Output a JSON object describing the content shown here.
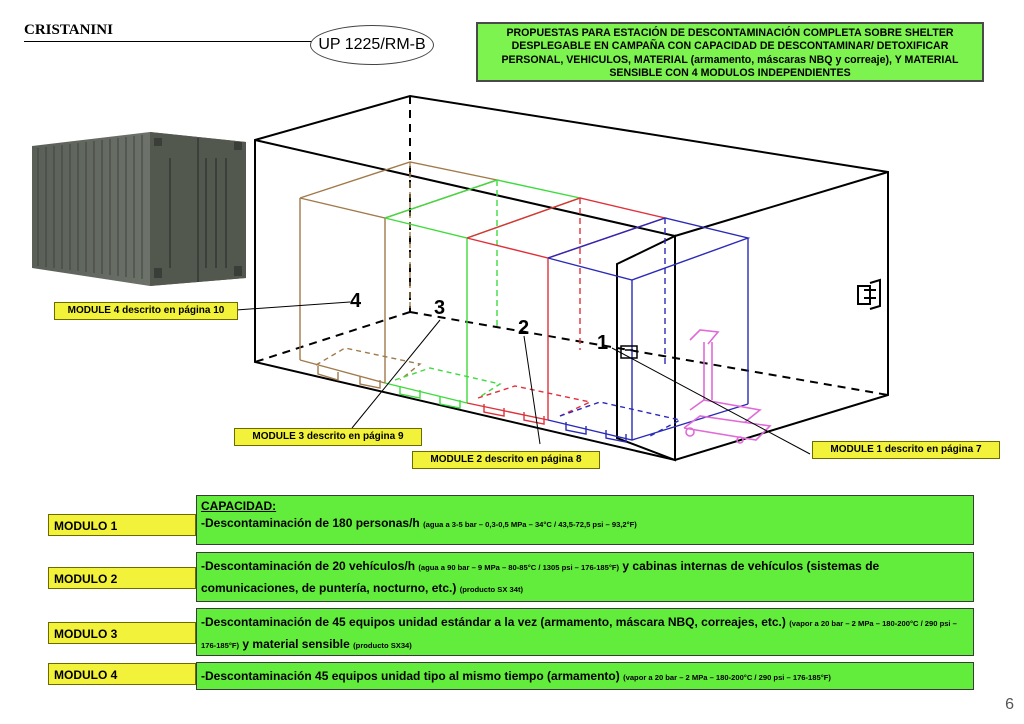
{
  "header": {
    "brand": "CRISTANINI",
    "reference": "UP 1225/RM-B",
    "title": "PROPUESTAS PARA ESTACIÓN DE DESCONTAMINACIÓN COMPLETA SOBRE SHELTER DESPLEGABLE EN CAMPAÑA CON CAPACIDAD DE  DESCONTAMINAR/ DETOXIFICAR PERSONAL, VEHICULOS, MATERIAL (armamento, máscaras NBQ y correaje), Y MATERIAL SENSIBLE CON 4 MODULOS INDEPENDIENTES"
  },
  "diagram": {
    "module_numbers": [
      "4",
      "3",
      "2",
      "1"
    ],
    "callouts": {
      "module4": "MODULE 4 descrito en página 10",
      "module3": "MODULE 3 descrito en página 9",
      "module2": "MODULE 2 descrito en página 8",
      "module1": "MODULE 1 descrito en página 7"
    },
    "colors": {
      "module4": "#a07a4a",
      "module3": "#3ddc3d",
      "module2": "#e0303a",
      "module1": "#2a2ab8",
      "trolley": "#e06ad8"
    }
  },
  "modules": [
    {
      "label": "MODULO 1",
      "heading": "CAPACIDAD:",
      "main": "-Descontaminación de 180 personas/h",
      "detail": "(agua a 3-5 bar – 0,3-0,5 MPa – 34°C / 43,5-72,5 psi – 93,2°F)"
    },
    {
      "label": "MODULO 2",
      "main": "-Descontaminación de 20 vehículos/h",
      "detail": "(agua a 90 bar – 9 MPa – 80-85°C / 1305 psi – 176-185°F)",
      "main2": "y cabinas internas de vehículos (sistemas de comunicaciones, de puntería, nocturno, etc.)",
      "detail2": "(producto SX 34t)"
    },
    {
      "label": "MODULO 3",
      "main": "-Descontaminación de 45 equipos unidad estándar a la vez (armamento, máscara NBQ, correajes, etc.)",
      "detail": "(vapor a 20 bar – 2 MPa – 180-200°C / 290 psi – 176-185°F)",
      "main2": "y material sensible",
      "detail2": "(producto SX34)"
    },
    {
      "label": "MODULO 4",
      "main": "-Descontaminación  45 equipos unidad tipo al mismo tiempo (armamento)",
      "detail": "(vapor a 20 bar – 2 MPa – 180-200°C / 290 psi – 176-185°F)"
    }
  ],
  "page_number": "6"
}
